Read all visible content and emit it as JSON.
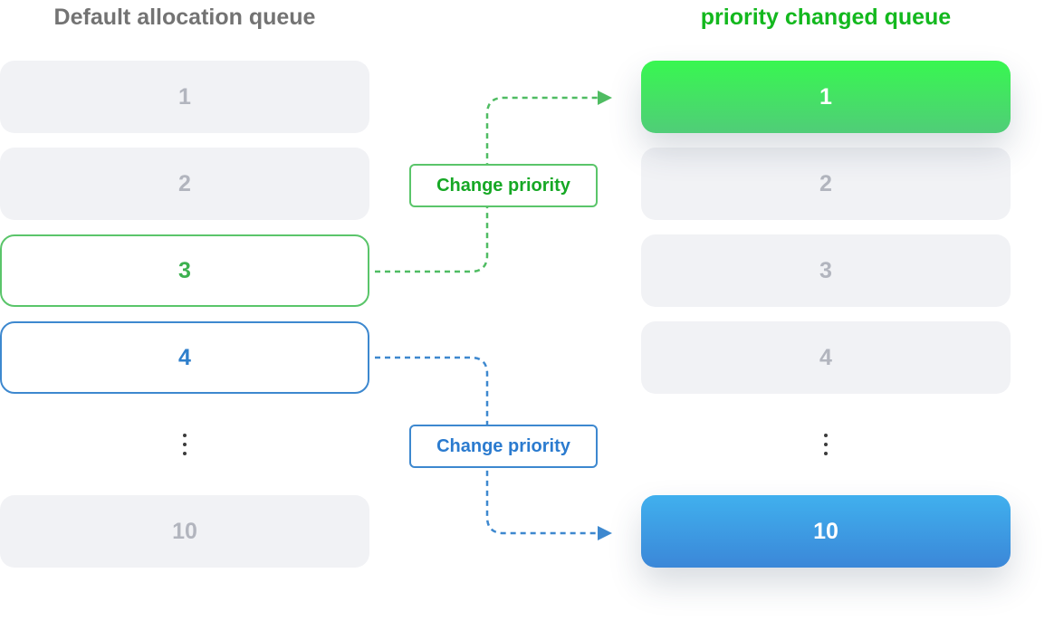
{
  "left_queue": {
    "title": "Default allocation queue",
    "items": [
      {
        "label": "1"
      },
      {
        "label": "2"
      },
      {
        "label": "3"
      },
      {
        "label": "4"
      },
      {
        "label": "10"
      }
    ]
  },
  "right_queue": {
    "title": "priority changed queue",
    "items": [
      {
        "label": "1"
      },
      {
        "label": "2"
      },
      {
        "label": "3"
      },
      {
        "label": "4"
      },
      {
        "label": "10"
      }
    ]
  },
  "connectors": [
    {
      "label": "Change priority",
      "from": "3",
      "to": "1",
      "color": "#4fbc62"
    },
    {
      "label": "Change priority",
      "from": "4",
      "to": "10",
      "color": "#3d88cf"
    }
  ],
  "colors": {
    "left_title": "#737373",
    "right_title": "#13b81e",
    "slot_bg": "#f1f2f5",
    "slot_text": "#b2b5be",
    "green_accent": "#4fbc62",
    "blue_accent": "#3d88cf"
  },
  "icons": {
    "ellipsis": "vertical-ellipsis-icon",
    "arrowhead": "arrowhead-icon"
  }
}
